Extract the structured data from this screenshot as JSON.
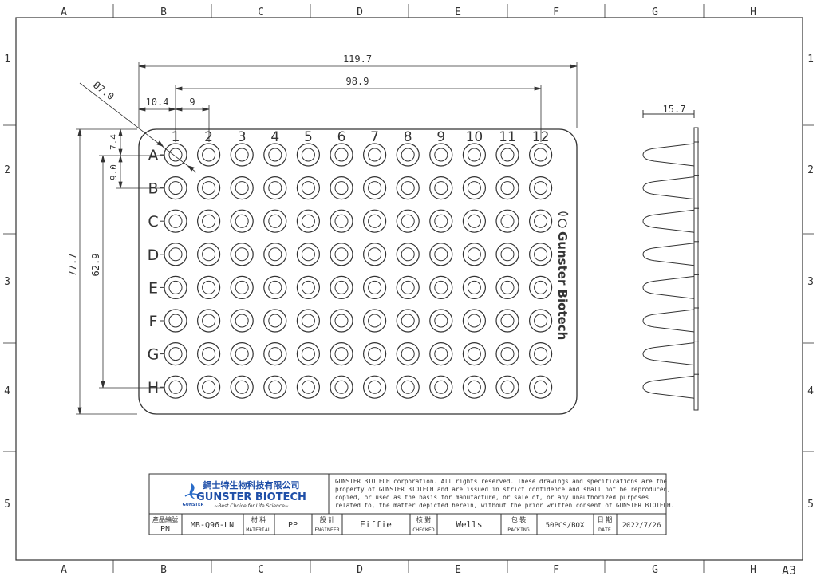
{
  "grid_cols": [
    "A",
    "B",
    "C",
    "D",
    "E",
    "F",
    "G",
    "H"
  ],
  "grid_rows": [
    "1",
    "2",
    "3",
    "4",
    "5"
  ],
  "sheet_size": "A3",
  "plate": {
    "col_numbers": [
      "1",
      "2",
      "3",
      "4",
      "5",
      "6",
      "7",
      "8",
      "9",
      "10",
      "11",
      "12"
    ],
    "row_letters": [
      "A",
      "B",
      "C",
      "D",
      "E",
      "F",
      "G",
      "H"
    ],
    "brand_text": "Gunster Biotech"
  },
  "dimensions": {
    "overall_width": "119.7",
    "well_span_x": "98.9",
    "offset_x": "10.4",
    "pitch_x": "9",
    "well_diameter": "Ø7.0",
    "offset_y": "7.4",
    "pitch_y": "9.0",
    "overall_height": "77.7",
    "well_span_y": "62.9",
    "side_width": "15.7"
  },
  "title_block": {
    "company_cn": "鋼士特生物科技有限公司",
    "company_en": "GUNSTER BIOTECH",
    "slogan": "~Best Choice for Life Science~",
    "logo_small": "GUNSTER",
    "notice": [
      "GUNSTER BIOTECH corporation. All rights reserved. These drawings and specifications are the",
      "property of GUNSTER BIOTECH and are issued in strict confidence and shall not be reproduced,",
      "copied, or used as the basis for manufacture, or sale of, or any unauthorized purposes",
      "related to, the matter depicted herein, without the prior written consent of GUNSTER BIOTECH."
    ],
    "pn_cn": "產品編號",
    "pn_en": "PN",
    "pn_value": "MB-Q96-LN",
    "material_cn": "材 料",
    "material_en": "MATERIAL",
    "material_value": "PP",
    "engineer_cn": "設 計",
    "engineer_en": "ENGINEER",
    "engineer_value": "Eiffie",
    "checked_cn": "核 對",
    "checked_en": "CHECKED",
    "checked_value": "Wells",
    "packing_cn": "包 裝",
    "packing_en": "PACKING",
    "packing_value": "50PCS/BOX",
    "date_cn": "日 期",
    "date_en": "DATE",
    "date_value": "2022/7/26"
  }
}
